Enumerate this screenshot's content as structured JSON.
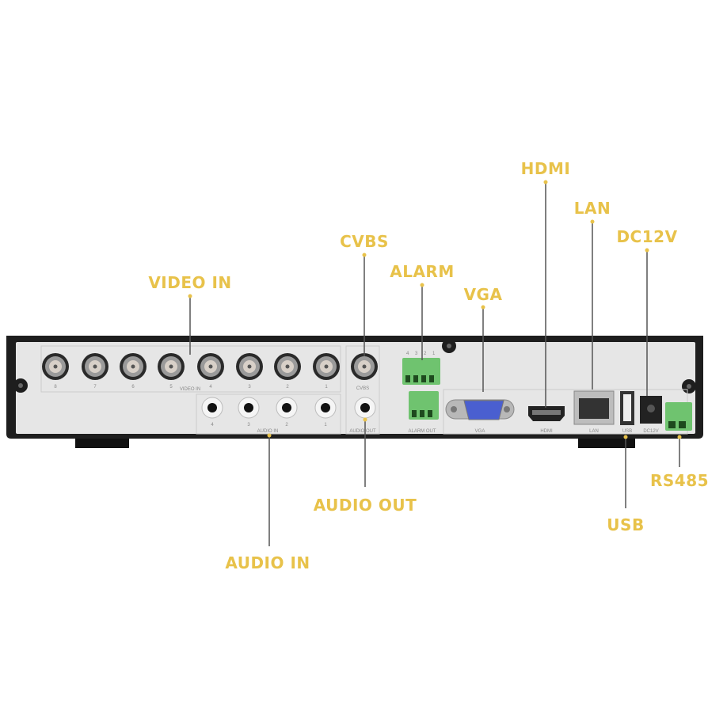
{
  "colors": {
    "callout": "#e8c24a",
    "chassis": "#1e1e1e",
    "panel": "#e6e6e6",
    "terminal": "#6fc36f",
    "vga": "#4a5fd0"
  },
  "callouts": {
    "video_in": "VIDEO IN",
    "cvbs": "CVBS",
    "alarm": "ALARM",
    "vga": "VGA",
    "hdmi": "HDMI",
    "lan": "LAN",
    "dc12v": "DC12V",
    "audio_out": "AUDIO OUT",
    "audio_in": "AUDIO IN",
    "usb": "USB",
    "rs485": "RS485"
  },
  "panel_labels": {
    "video_in": "VIDEO IN",
    "audio_in": "AUDIO IN",
    "cvbs": "CVBS",
    "audio_out": "AUDIO OUT",
    "alarm_out": "ALARM OUT",
    "vga": "VGA",
    "hdmi": "HDMI",
    "lan": "LAN",
    "usb": "USB",
    "dc12v": "DC12V",
    "video_channels": [
      "8",
      "7",
      "6",
      "5",
      "4",
      "3",
      "2",
      "1"
    ],
    "audio_channels": [
      "4",
      "3",
      "2",
      "1"
    ],
    "alarm_channels": [
      "4",
      "3",
      "2",
      "1"
    ]
  }
}
